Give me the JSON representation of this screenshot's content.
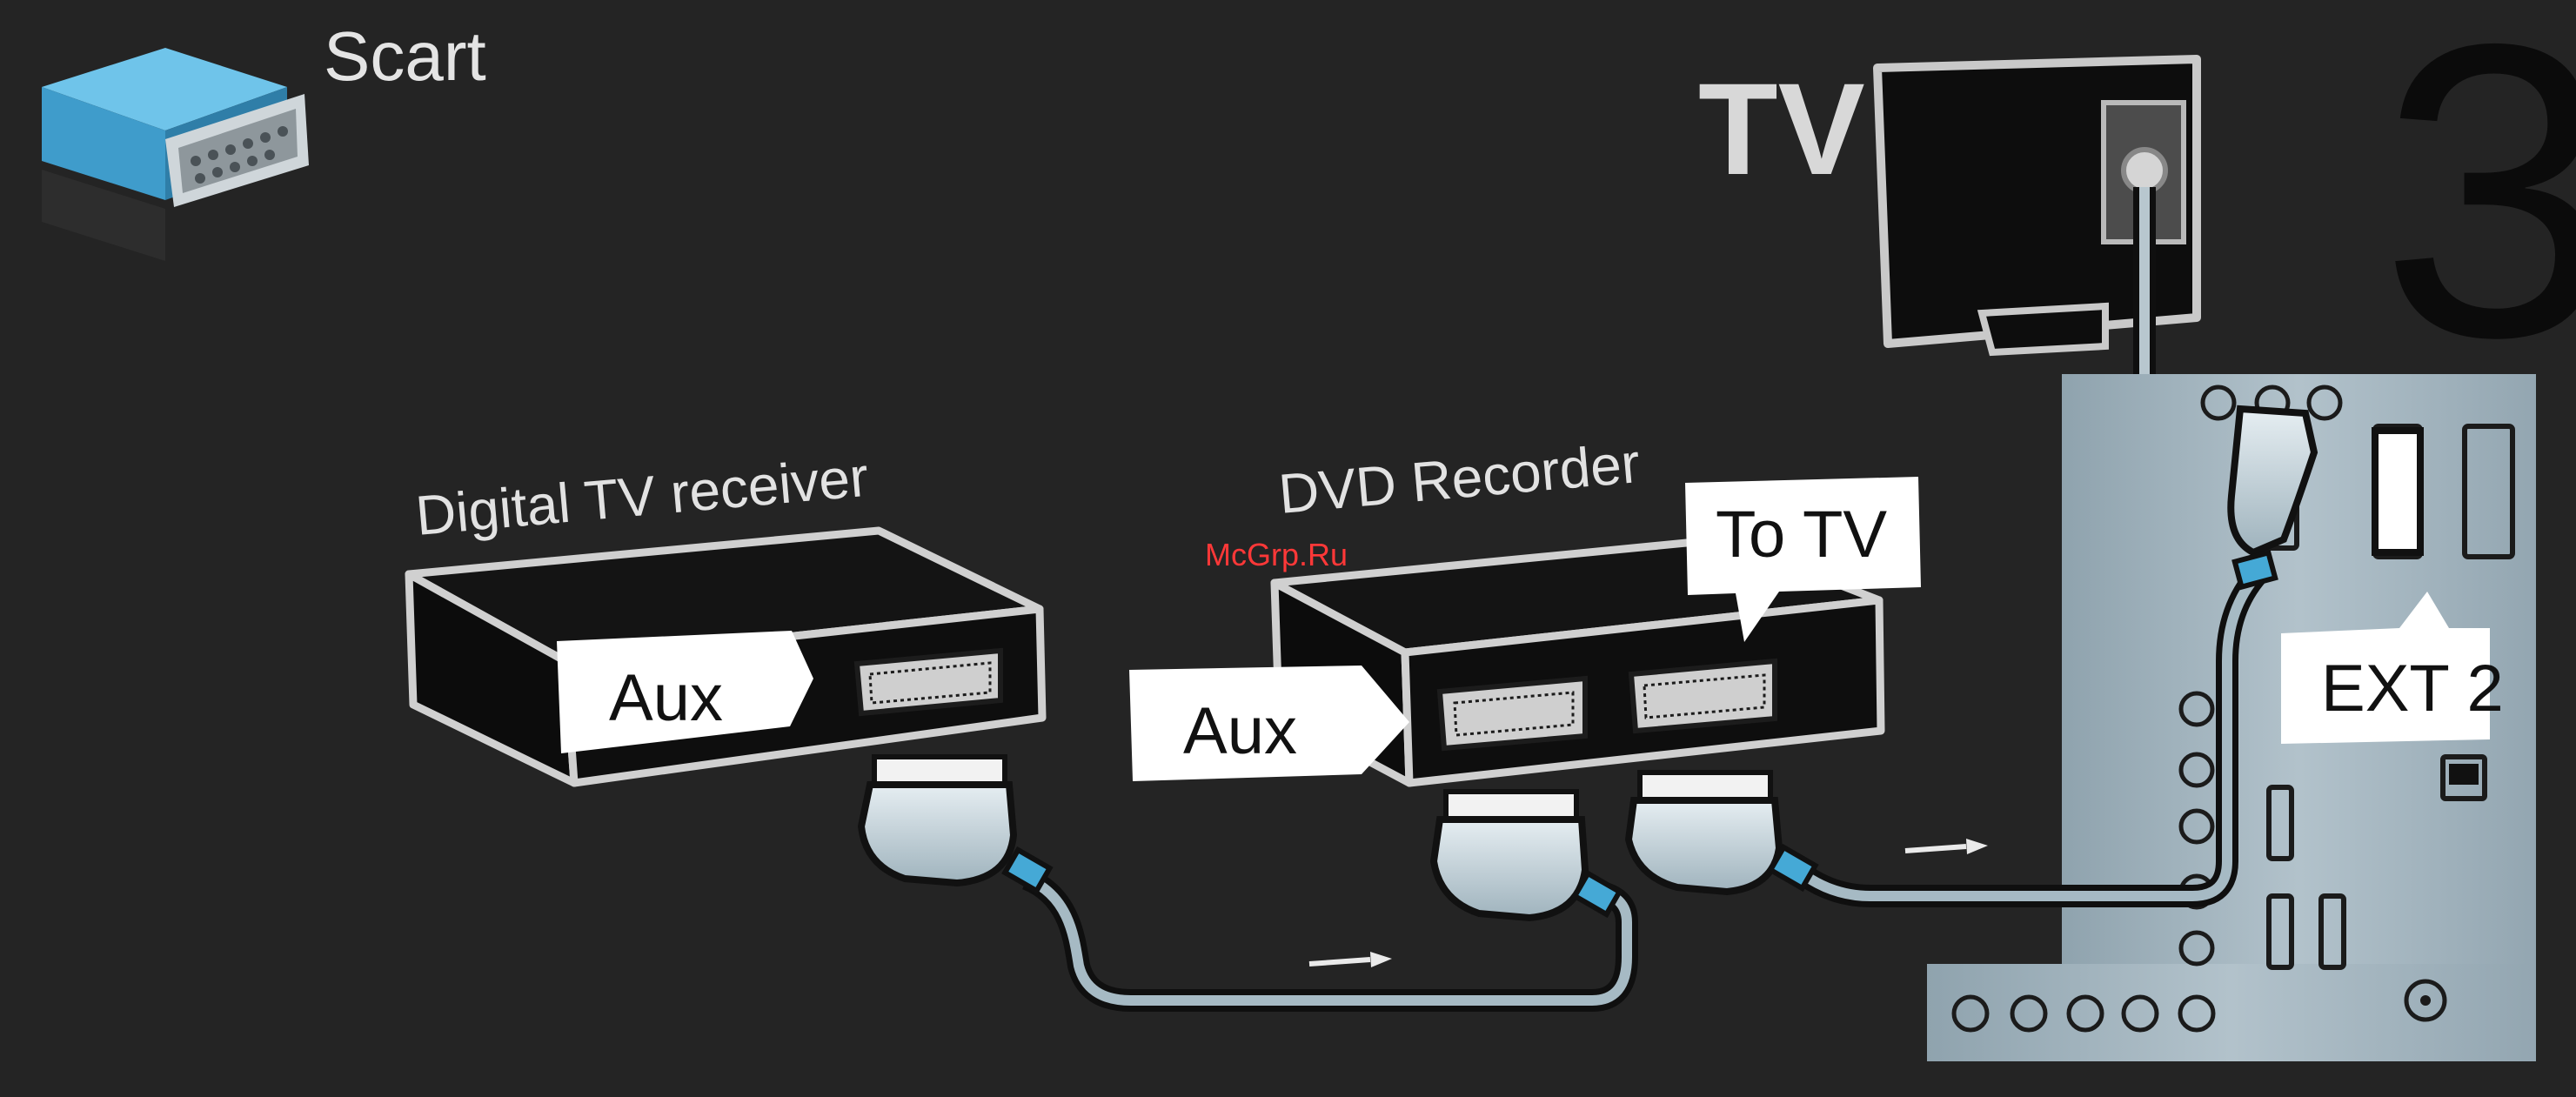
{
  "header": {
    "connector_name": "Scart",
    "tv_label": "TV",
    "step_number": "3"
  },
  "devices": {
    "receiver": {
      "name": "Digital TV receiver",
      "port_label": "Aux"
    },
    "recorder": {
      "name": "DVD Recorder",
      "port_label": "Aux",
      "out_label": "To TV"
    }
  },
  "tv_panel": {
    "port_label": "EXT 2"
  },
  "watermark": "McGrp.Ru",
  "colors": {
    "background": "#242424",
    "device_body": "#111111",
    "outline": "#d4d4d4",
    "cable": "#a6bac4",
    "panel": "#a2b2bc",
    "label_bg": "#ffffff",
    "connector_blue": "#45a9d6"
  },
  "icons": [
    "scart-connector-icon",
    "tv-icon",
    "flow-arrow-icon"
  ]
}
